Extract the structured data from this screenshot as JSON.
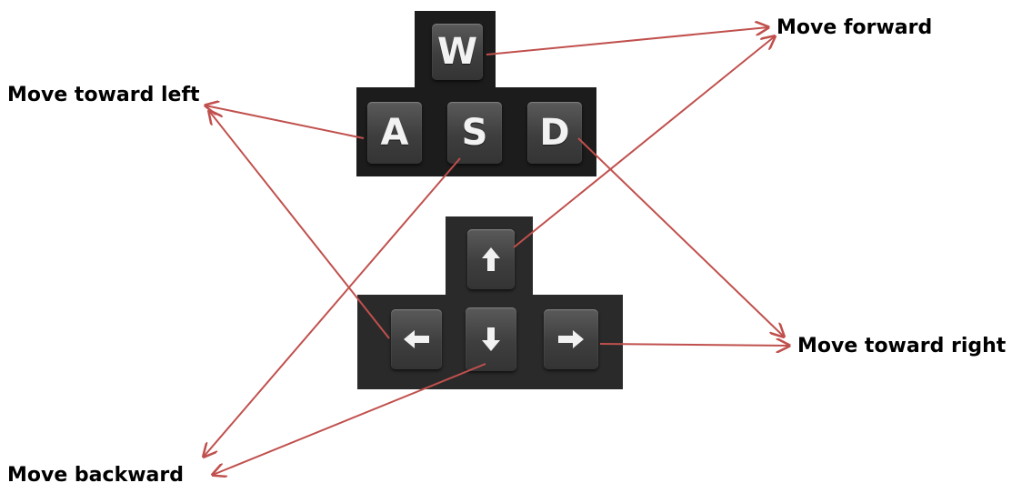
{
  "labels": {
    "forward": "Move forward",
    "left": "Move toward left",
    "right": "Move toward right",
    "backward": "Move backward"
  },
  "keys": {
    "w": "W",
    "a": "A",
    "s": "S",
    "d": "D"
  },
  "arrow_keys": [
    "arrow-up-icon",
    "arrow-left-icon",
    "arrow-down-icon",
    "arrow-right-icon"
  ],
  "colors": {
    "arrow": "#c0504d",
    "key_panel": "#1c1c1c",
    "label_text": "#000000"
  }
}
